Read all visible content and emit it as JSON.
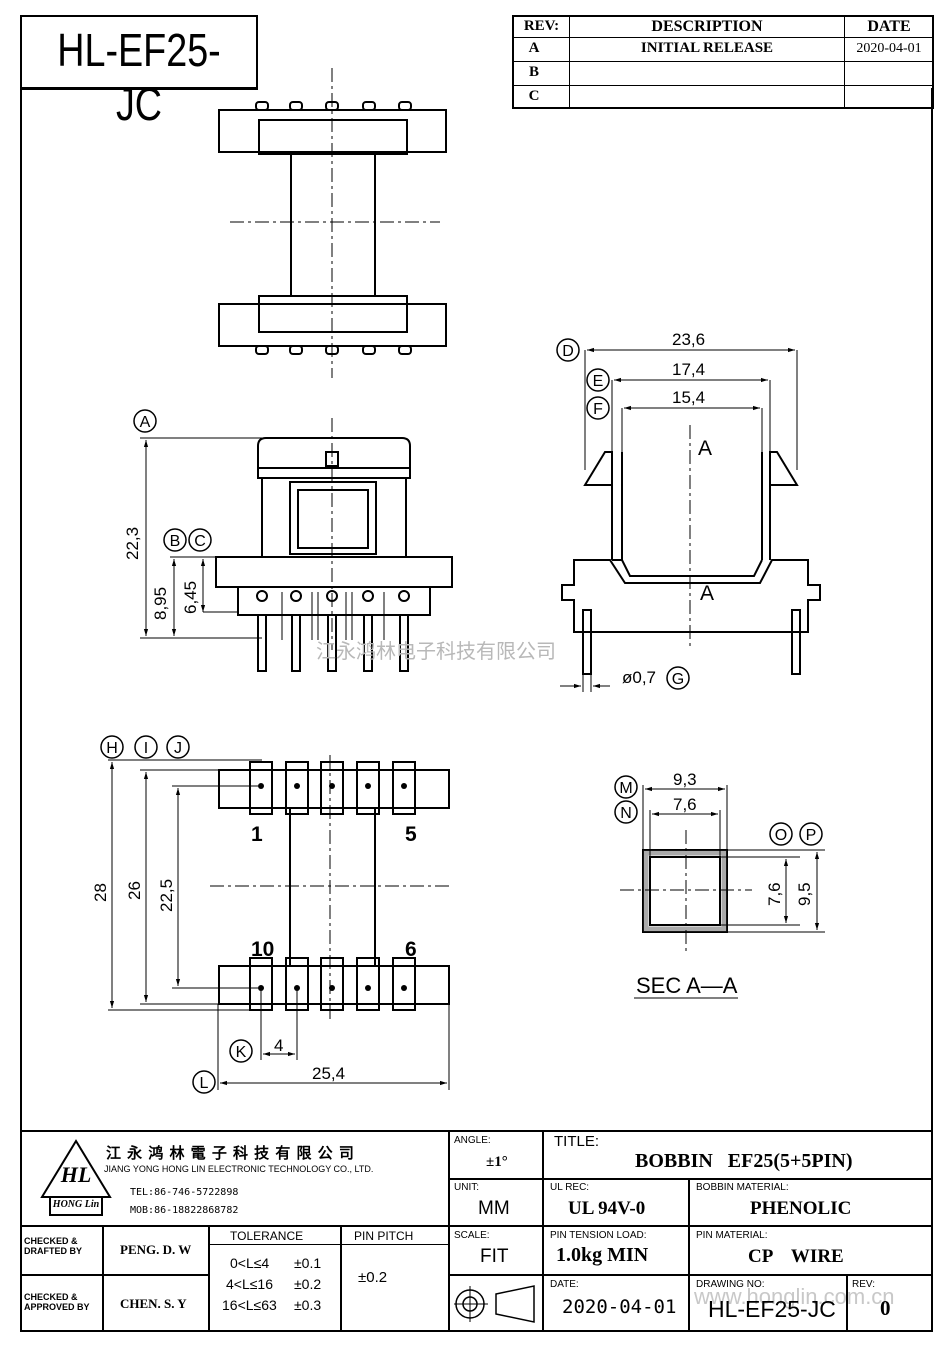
{
  "header": {
    "part_number": "HL-EF25-JC"
  },
  "revision_table": {
    "headers": {
      "rev": "REV:",
      "description": "DESCRIPTION",
      "date": "DATE"
    },
    "rows": [
      {
        "rev": "A",
        "description": "INITIAL  RELEASE",
        "date": "2020-04-01"
      },
      {
        "rev": "B",
        "description": "",
        "date": ""
      },
      {
        "rev": "C",
        "description": "",
        "date": ""
      }
    ]
  },
  "drawing": {
    "callouts": [
      "A",
      "B",
      "C",
      "D",
      "E",
      "F",
      "G",
      "H",
      "I",
      "J",
      "K",
      "L",
      "M",
      "N",
      "O",
      "P"
    ],
    "dims": {
      "d_23_6": "23,6",
      "d_17_4": "17,4",
      "d_15_4": "15,4",
      "d_22_3": "22,3",
      "d_8_95": "8,95",
      "d_6_45": "6,45",
      "d_phi_0_7": "ø0,7",
      "d_28": "28",
      "d_26": "26",
      "d_22_5": "22,5",
      "d_4": "4",
      "d_25_4": "25,4",
      "d_9_3": "9,3",
      "d_7_6_h": "7,6",
      "d_7_6_v": "7,6",
      "d_9_5": "9,5"
    },
    "section_marks": {
      "upper": "A",
      "lower": "A"
    },
    "pin_labels": {
      "p1": "1",
      "p5": "5",
      "p10": "10",
      "p6": "6"
    },
    "section_title": "SEC  A—A",
    "watermark": "江永鸿林电子科技有限公司"
  },
  "title_block": {
    "company_cn": "江 永 鸿 林 電 子 科 技 有 限 公 司",
    "company_en": "JIANG YONG HONG LIN ELECTRONIC TECHNOLOGY CO., LTD.",
    "logo_text": "HL",
    "logo_sub": "HONG Lin",
    "tel": "TEL:86-746-5722898",
    "mob": "MOB:86-18822868782",
    "angle_label": "ANGLE:",
    "angle_value": "±1°",
    "title_label": "TITLE:",
    "title_value": "BOBBIN   EF25(5+5PIN)",
    "unit_label": "UNIT:",
    "unit_value": "MM",
    "ul_label": "UL REC:",
    "ul_value": "UL 94V-0",
    "material_label": "BOBBIN MATERIAL:",
    "material_value": "PHENOLIC",
    "checked_drafted_label": "CHECKED &\nDRAFTED BY",
    "checked_drafted_value": "PENG. D. W",
    "checked_approved_label": "CHECKED &\nAPPROVED BY",
    "checked_approved_value": "CHEN. S. Y",
    "tolerance_label": "TOLERANCE",
    "tolerance_rows": [
      {
        "range": "0<L≤4",
        "value": "±0.1"
      },
      {
        "range": "4<L≤16",
        "value": "±0.2"
      },
      {
        "range": "16<L≤63",
        "value": "±0.3"
      }
    ],
    "pin_pitch_label": "PIN PITCH",
    "pin_pitch_value": "±0.2",
    "scale_label": "SCALE:",
    "scale_value": "FIT",
    "pin_tension_label": "PIN TENSION LOAD:",
    "pin_tension_value": "1.0kg MIN",
    "pin_material_label": "PIN MATERIAL:",
    "pin_material_value": "CP    WIRE",
    "date_label": "DATE:",
    "date_value": "2020-04-01",
    "drawing_no_label": "DRAWING NO:",
    "drawing_no_value": "HL-EF25-JC",
    "drawing_no_watermark": "www.honglin.com.cn",
    "rev_label": "REV:",
    "rev_value": "0"
  }
}
